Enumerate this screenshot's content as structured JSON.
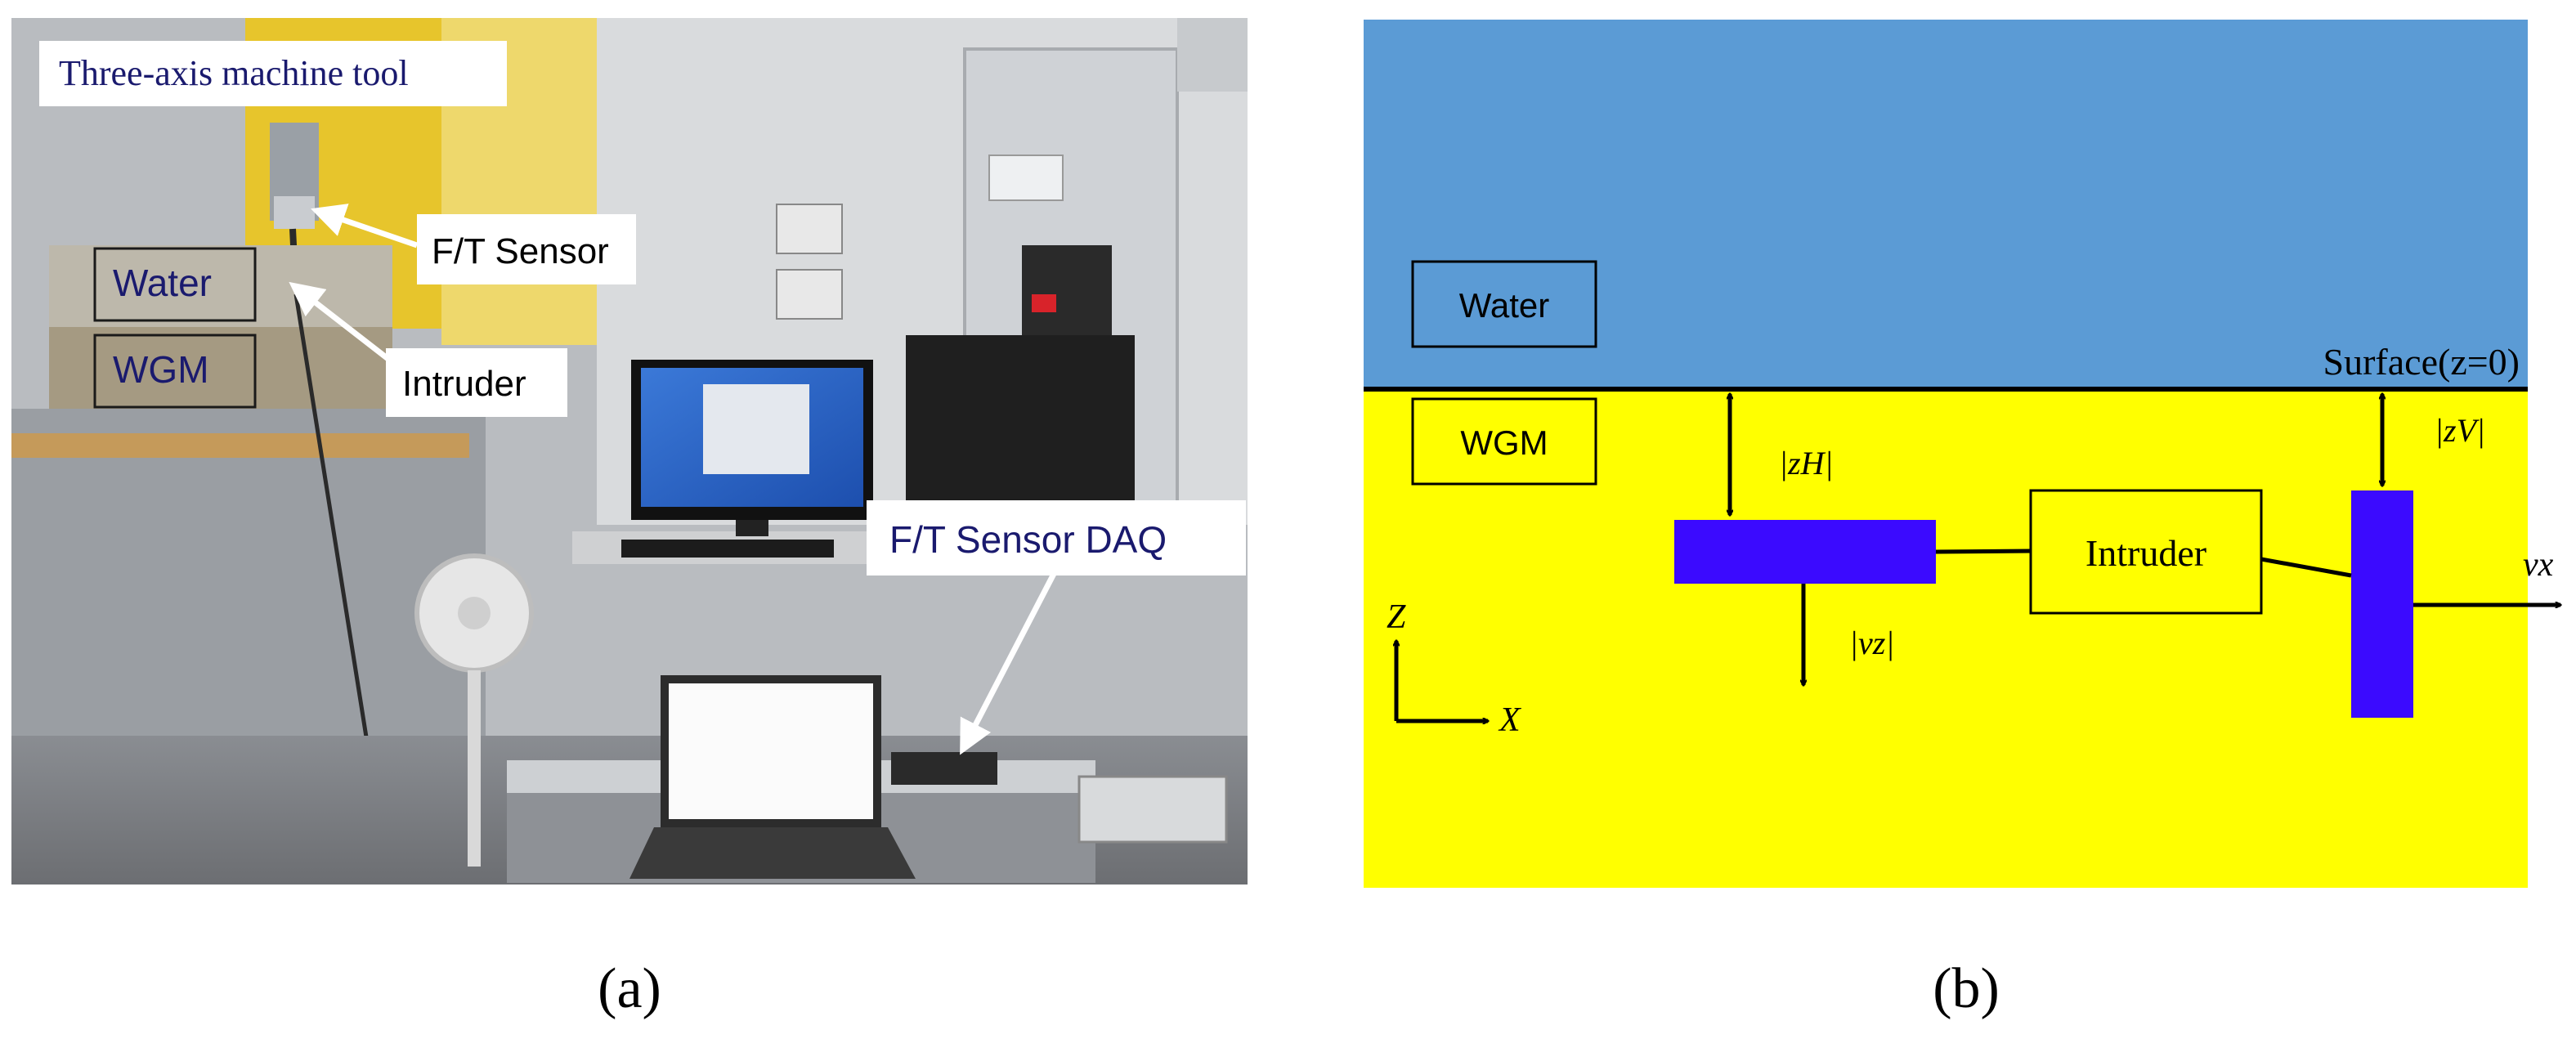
{
  "panel_a": {
    "label": "(a)",
    "callouts": {
      "machine_tool": "Three-axis machine tool",
      "ft_sensor": "F/T Sensor",
      "water": "Water",
      "wgm": "WGM",
      "intruder": "Intruder",
      "daq": "F/T Sensor DAQ"
    }
  },
  "panel_b": {
    "label": "(b)",
    "water_label": "Water",
    "wgm_label": "WGM",
    "surface_label": "Surface(z=0)",
    "intruder_label": "Intruder",
    "zh_label": "|zH|",
    "zv_label": "|zV|",
    "vz_label": "|vz|",
    "vx_label": "vx",
    "axis_z": "Z",
    "axis_x": "X",
    "colors": {
      "water": "#5b9bd5",
      "wgm": "#ffff00",
      "intruder_plate": "#3b0aff",
      "outline": "#000000"
    }
  },
  "colors": {
    "callout_text": "#1a1a6e"
  }
}
